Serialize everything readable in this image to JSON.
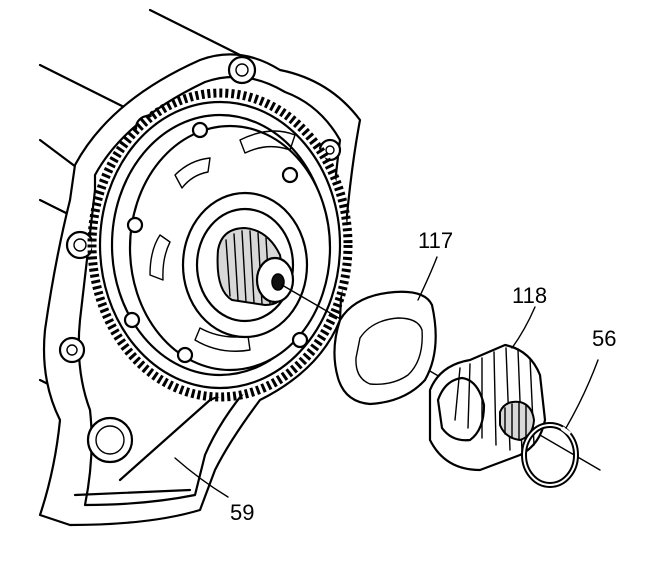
{
  "callouts": {
    "washer": "117",
    "gear": "118",
    "snap_ring": "56",
    "case": "59"
  }
}
